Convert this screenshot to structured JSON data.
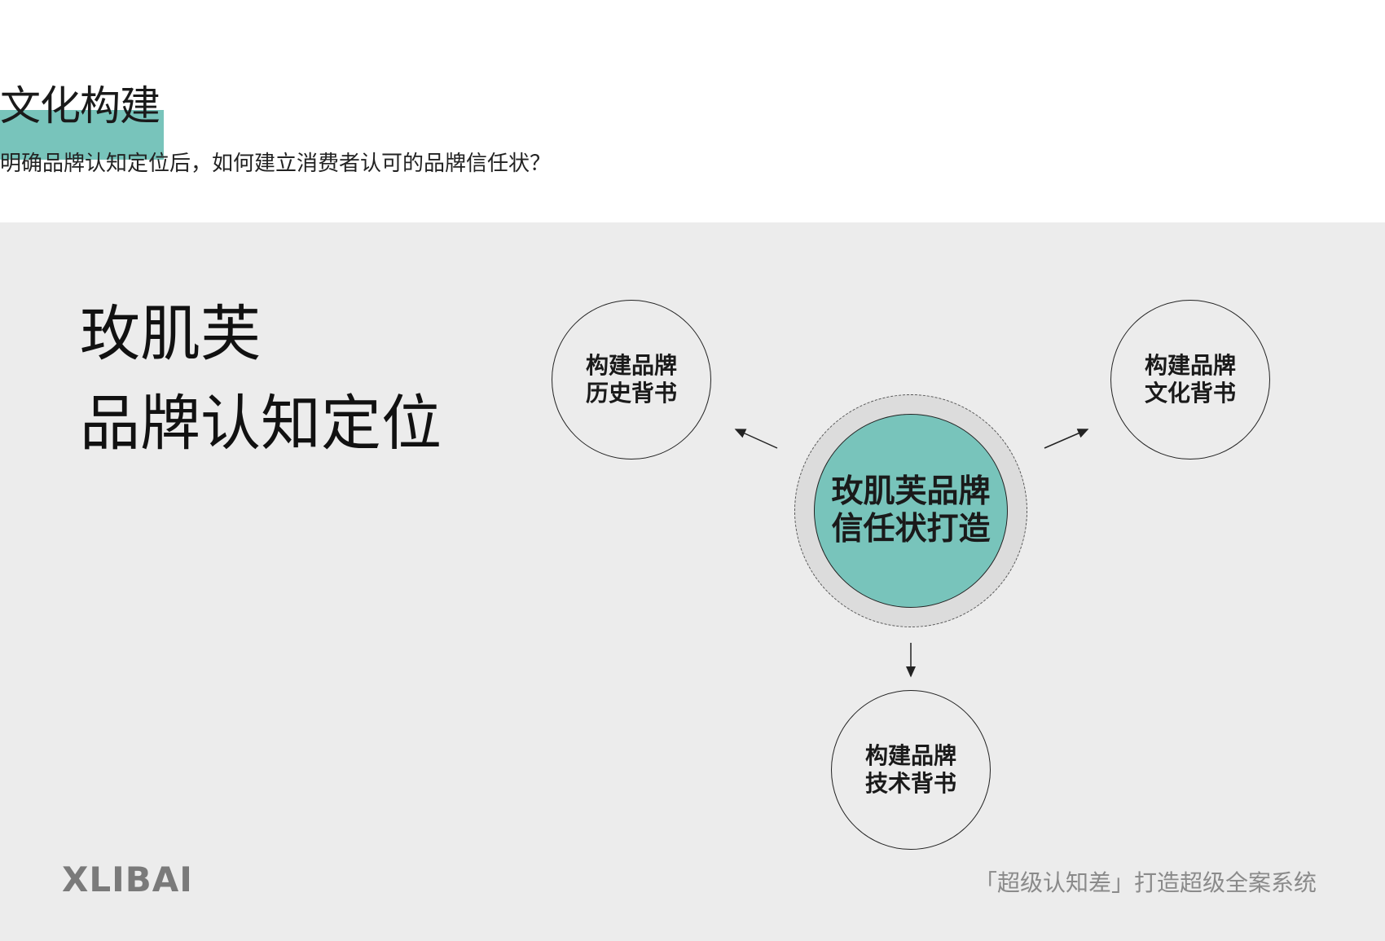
{
  "header": {
    "title": "文化构建",
    "subtitle": "明确品牌认知定位后，如何建立消费者认可的品牌信任状？"
  },
  "left": {
    "line1": "玫肌芙",
    "line2": "品牌认知定位"
  },
  "diagram": {
    "center": {
      "line1": "玫肌芙品牌",
      "line2": "信任状打造"
    },
    "nodes": [
      {
        "line1": "构建品牌",
        "line2": "历史背书"
      },
      {
        "line1": "构建品牌",
        "line2": "文化背书"
      },
      {
        "line1": "构建品牌",
        "line2": "技术背书"
      }
    ]
  },
  "footer": {
    "logo": "XLIBAI",
    "slogan": "「超级认知差」打造超级全案系统"
  },
  "colors": {
    "accent": "#78c4bb",
    "panel": "#ececec"
  }
}
